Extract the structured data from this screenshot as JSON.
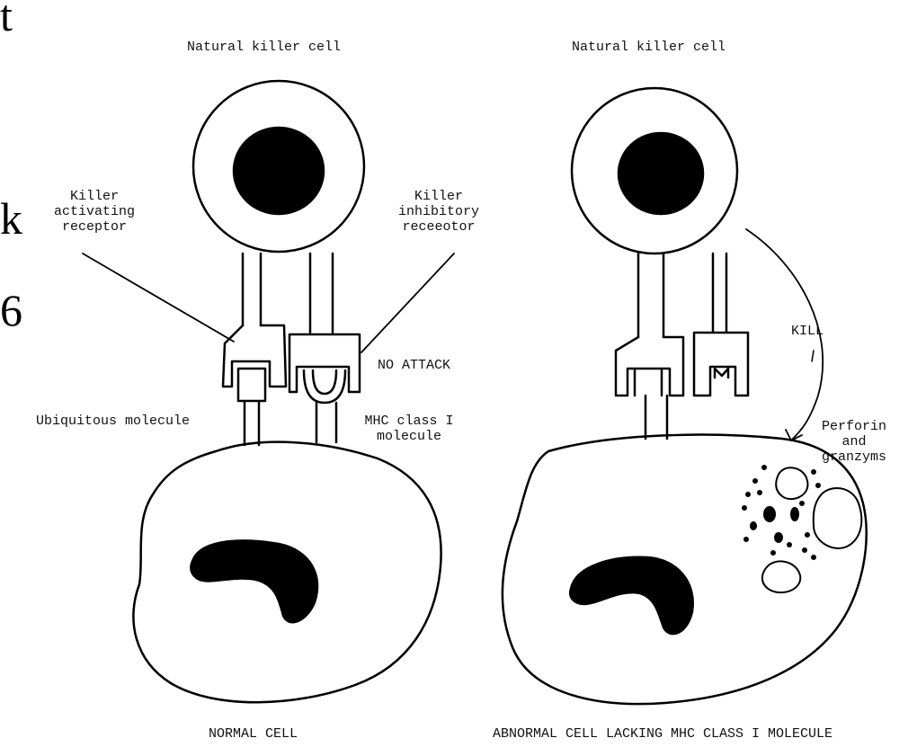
{
  "edge_fragments": [
    "t",
    "k",
    "6"
  ],
  "left_panel": {
    "title": "Natural killer cell",
    "activating_receptor_label": "Killer\nactivating\nreceptor",
    "inhibitory_receptor_label": "Killer\ninhibitory\nreceeotor",
    "no_attack_label": "NO ATTACK",
    "ubiquitous_label": "Ubiquitous molecule",
    "mhc_label": "MHC class I\nmolecule",
    "caption": "NORMAL CELL"
  },
  "right_panel": {
    "title": "Natural killer cell",
    "kill_label": "KILL",
    "perforin_label": "Perforin\nand\ngranzyms",
    "caption": "ABNORMAL CELL LACKING MHC CLASS I MOLECULE"
  },
  "colors": {
    "ink": "#000000",
    "paper": "#ffffff"
  }
}
